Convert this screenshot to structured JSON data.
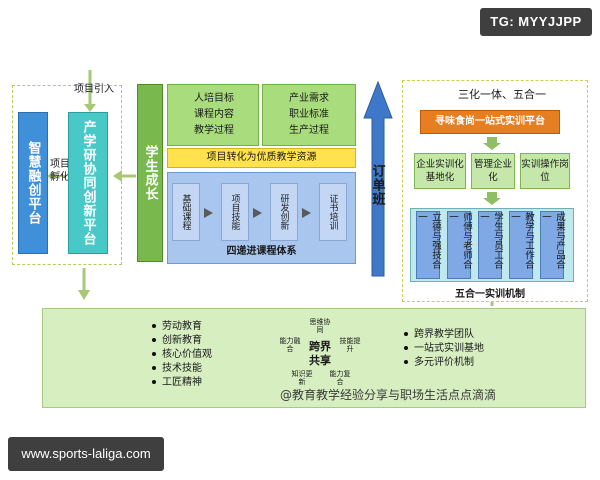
{
  "watermark": {
    "top": "TG: MYYJJPP",
    "bottom": "www.sports-laliga.com"
  },
  "left": {
    "platform_label": "智慧融创平台",
    "innovation_label": "产学研协同创新平台",
    "intro_label": "项目引入",
    "hatch_label": "项目孵化"
  },
  "center": {
    "growth_label": "学生成长",
    "goals": [
      "人培目标",
      "课程内容",
      "教学过程"
    ],
    "needs": [
      "产业需求",
      "职业标准",
      "生产过程"
    ],
    "transform": "项目转化为优质教学资源",
    "steps": [
      "基础课程",
      "项目技能",
      "研发创新",
      "证书培训"
    ],
    "system_title": "四递进课程体系"
  },
  "order_label": "订单班",
  "right": {
    "title": "三化一体、五合一",
    "platform_title": "寻味食尚一站式实训平台",
    "boxes": [
      "企业实训化基地化",
      "管理企业化",
      "实训操作岗位"
    ],
    "mechanisms": [
      "立德与强技合一",
      "师傅与老师合一",
      "学生与员工合一",
      "教学与工作合一",
      "成果与产品合一"
    ],
    "mechanism_title": "五合一实训机制"
  },
  "bottom": {
    "left_items": [
      "劳动教育",
      "创新教育",
      "核心价值观",
      "技术技能",
      "工匠精神"
    ],
    "center_label": "跨界共享",
    "petals": [
      "思维协同",
      "能力融合",
      "技能提升",
      "知识更新",
      "能力复合"
    ],
    "right_items": [
      "跨界教学团队",
      "一站式实训基地",
      "多元评价机制"
    ]
  },
  "annotation": "@教育教学经验分享与职场生活点点滴滴",
  "colors": {
    "blue": "#3f8fd9",
    "teal": "#48c8c7",
    "green": "#78b84c",
    "yellow": "#ffe24d",
    "orange": "#e67e22"
  }
}
